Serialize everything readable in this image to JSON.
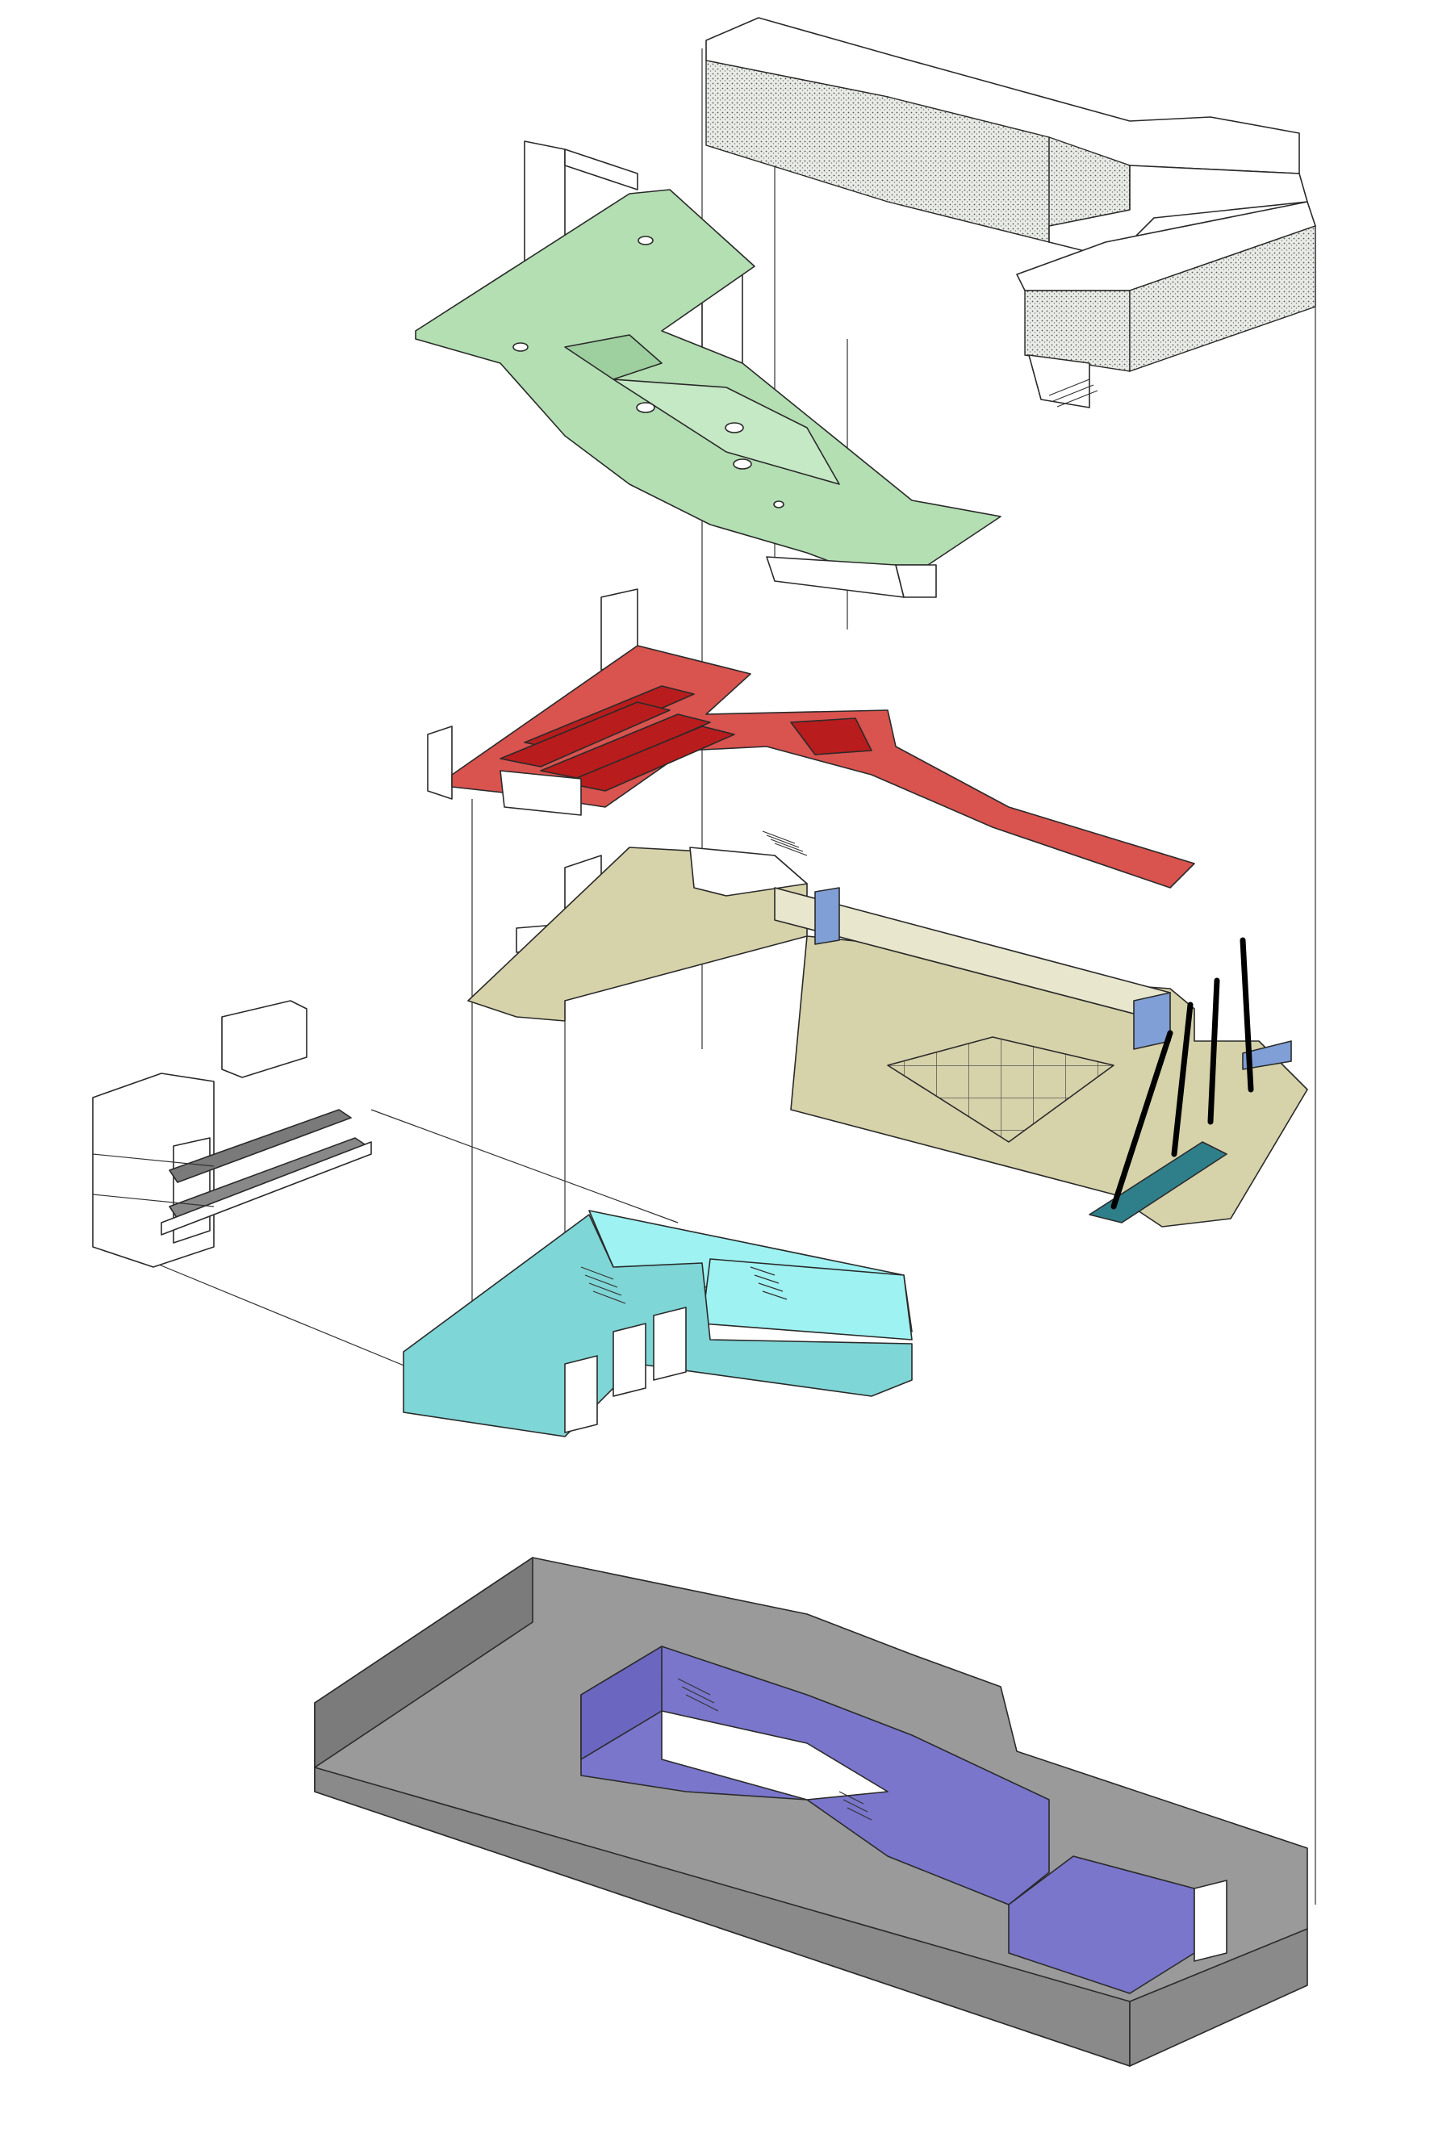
{
  "diagram": {
    "type": "exploded-axonometric",
    "layers": [
      {
        "id": "roof-canopy",
        "fill": "#d9dcd6",
        "texture": "stipple"
      },
      {
        "id": "green-roof-level",
        "fill": "#b3dfb3"
      },
      {
        "id": "red-level",
        "fill": "#d9534f",
        "accent": "#b81c1c"
      },
      {
        "id": "ground-level",
        "fill": "#d6d2aa",
        "accents": [
          "#7f9fd6",
          "#2f7f8a",
          "#000000"
        ]
      },
      {
        "id": "cyan-basement-level",
        "fill": "#7fd6d6",
        "wall_fill": "#9ff2f2"
      },
      {
        "id": "side-volume",
        "fill": "#ffffff"
      },
      {
        "id": "lower-enclosure",
        "fill": "#9a9a9a",
        "accent": "#7a76cc"
      }
    ],
    "icons": [
      "stair-icon",
      "tree-trunk-icon",
      "skylight-icon"
    ]
  }
}
